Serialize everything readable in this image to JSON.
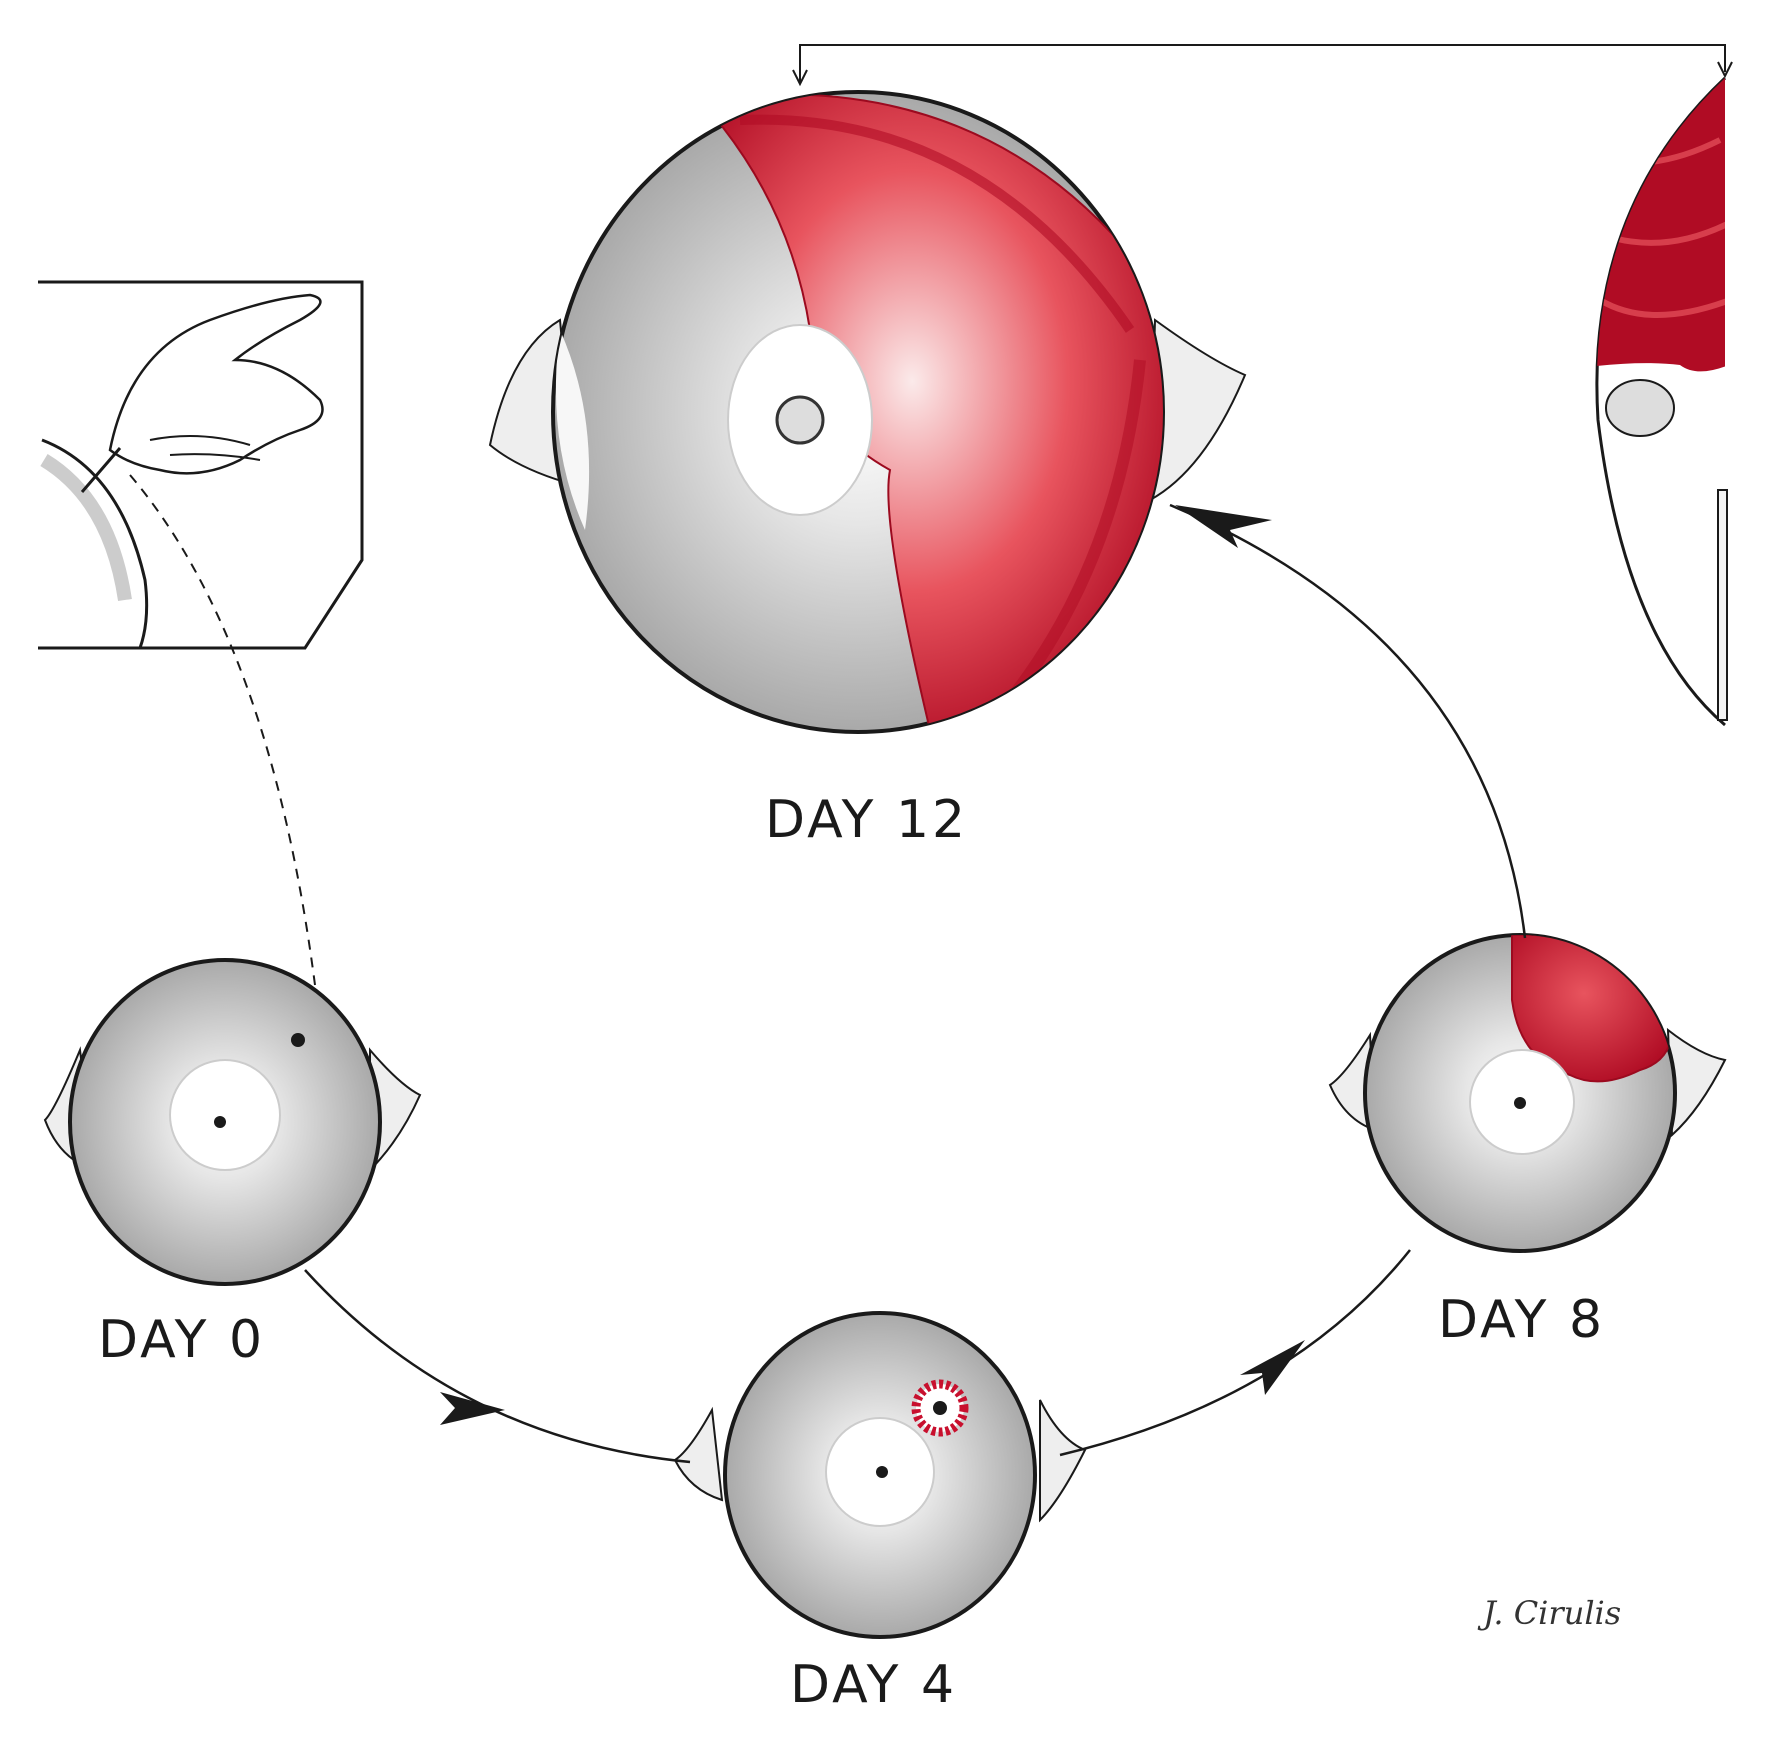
{
  "labels": {
    "day12": "DAY 12",
    "day0": "DAY 0",
    "day4": "DAY 4",
    "day8": "DAY 8"
  },
  "signature": "J. Cirulis",
  "colors": {
    "ink": "#1a1a1a",
    "tumor_red": "#c8102e",
    "tumor_light": "#e8545e",
    "iris_gray": "#bdbdbd",
    "sclera": "#f4f4f4"
  }
}
